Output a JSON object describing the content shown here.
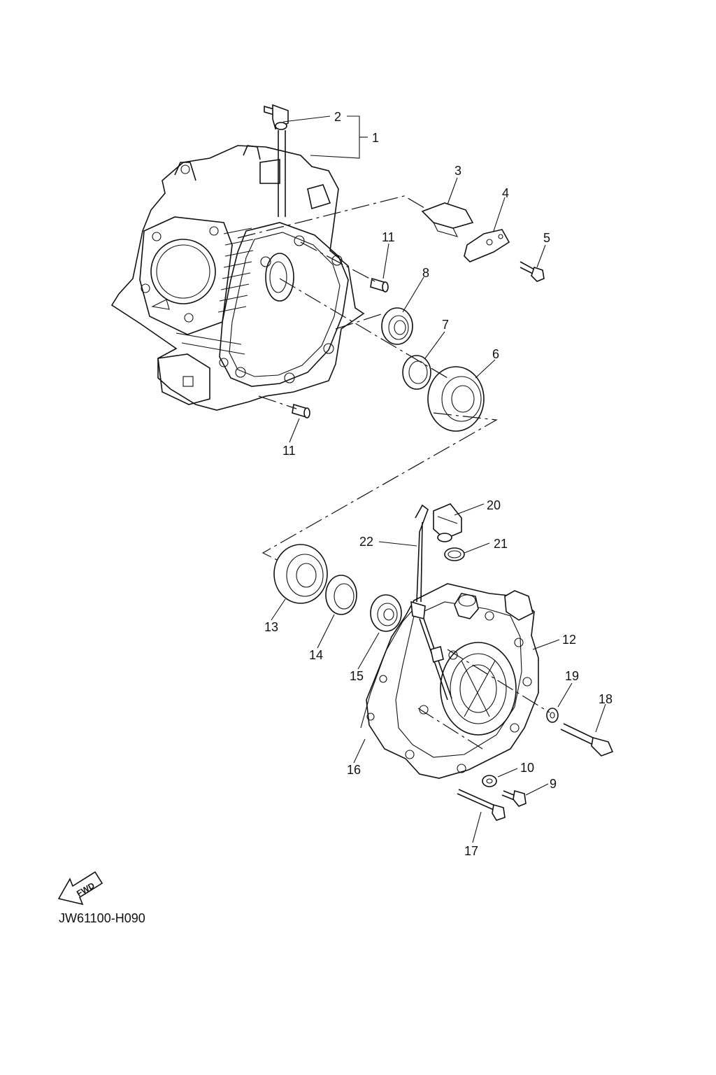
{
  "labels": {
    "p1": "1",
    "p2": "2",
    "p3": "3",
    "p4": "4",
    "p5": "5",
    "p6": "6",
    "p7": "7",
    "p8": "8",
    "p9": "9",
    "p10": "10",
    "p11a": "11",
    "p11b": "11",
    "p12": "12",
    "p13": "13",
    "p14": "14",
    "p15": "15",
    "p16": "16",
    "p17": "17",
    "p18": "18",
    "p19": "19",
    "p20": "20",
    "p21": "21",
    "p22": "22"
  },
  "fwd_label": "FWD",
  "diagram_code": "JW61100-H090"
}
